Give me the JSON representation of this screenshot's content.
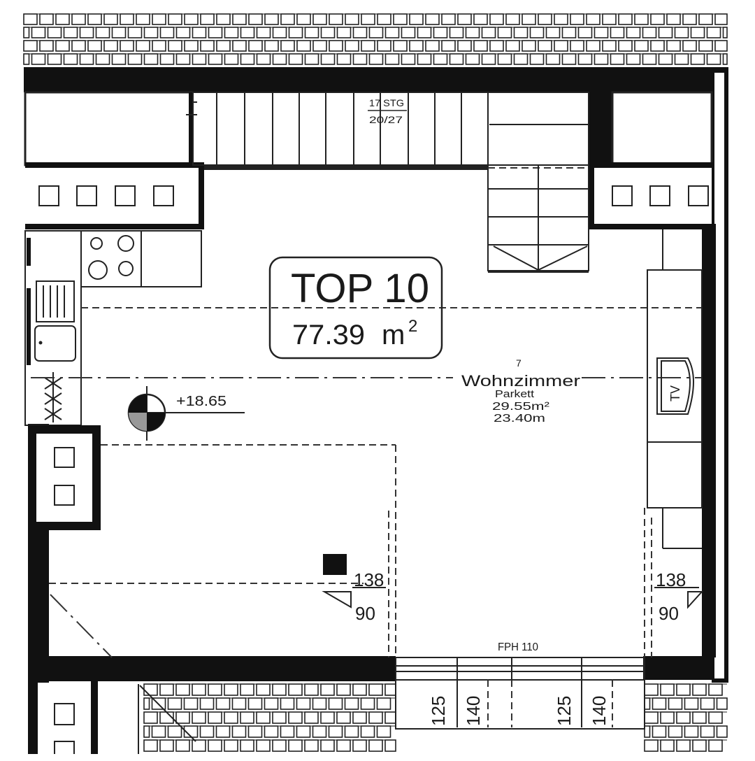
{
  "unit": {
    "name": "TOP 10",
    "area_value": "77.39",
    "area_unit": "m",
    "area_exponent": "2"
  },
  "stairs": {
    "steps_line": "17 STG",
    "dims_line": "20/27"
  },
  "room": {
    "number": "7",
    "name": "Wohnzimmer",
    "floor": "Parkett",
    "area_line": "29.55m²",
    "perimeter_line": "23.40m"
  },
  "level_mark": {
    "value": "+18.65"
  },
  "tv_label": "TV",
  "window_marks": {
    "left_top": "138",
    "left_bottom": "90",
    "right_top": "138",
    "right_bottom": "90"
  },
  "parapet_label": "FPH 110",
  "bottom_dims": [
    "125",
    "140",
    "125",
    "140"
  ],
  "colors": {
    "ink": "#111111",
    "paper": "#ffffff"
  }
}
